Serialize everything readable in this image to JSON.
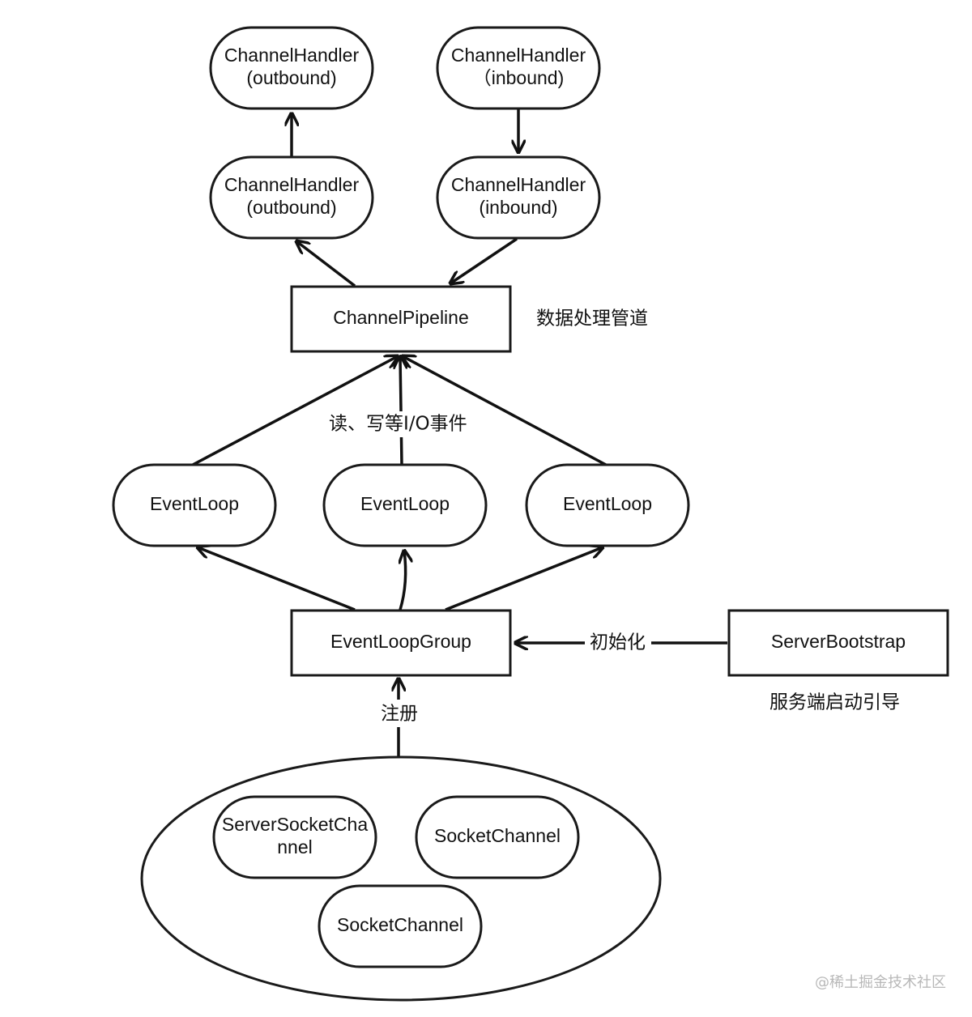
{
  "nodes": {
    "handler_out_top": {
      "line1": "ChannelHandler",
      "line2": "(outbound)"
    },
    "handler_in_top": {
      "line1": "ChannelHandler",
      "line2": "（inbound)"
    },
    "handler_out_mid": {
      "line1": "ChannelHandler",
      "line2": "(outbound)"
    },
    "handler_in_mid": {
      "line1": "ChannelHandler",
      "line2": "(inbound)"
    },
    "pipeline": {
      "label": "ChannelPipeline"
    },
    "eventloop_left": {
      "label": "EventLoop"
    },
    "eventloop_center": {
      "label": "EventLoop"
    },
    "eventloop_right": {
      "label": "EventLoop"
    },
    "eventloopgroup": {
      "label": "EventLoopGroup"
    },
    "serverbootstrap": {
      "label": "ServerBootstrap"
    },
    "server_socket_channel": {
      "line1": "ServerSocketCha",
      "line2": "nnel"
    },
    "socket_channel_right": {
      "label": "SocketChannel"
    },
    "socket_channel_bottom": {
      "label": "SocketChannel"
    }
  },
  "labels": {
    "pipeline_caption": "数据处理管道",
    "io_events": "读、写等I/O事件",
    "init": "初始化",
    "register": "注册",
    "bootstrap_caption": "服务端启动引导"
  },
  "watermark": "@稀土掘金技术社区"
}
